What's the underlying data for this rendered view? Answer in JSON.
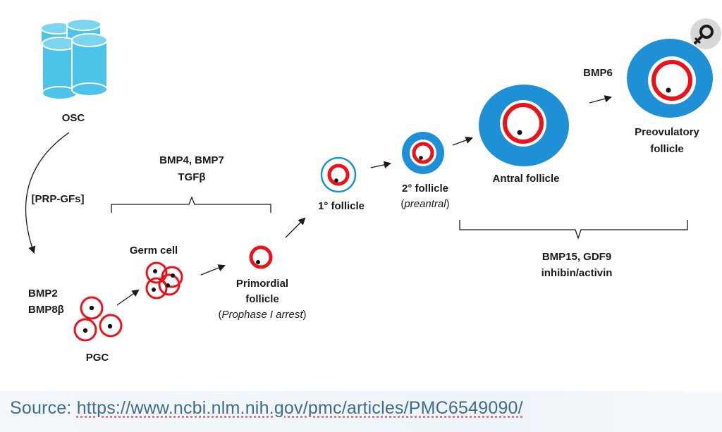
{
  "colors": {
    "cell_red": "#e8131b",
    "follicle_blue": "#1f8fd6",
    "osc_blue": "#4cc3e8",
    "text": "#1a1a1a",
    "source_text": "#3f6b8c"
  },
  "labels": {
    "osc": "OSC",
    "prp": "[PRP-GFs]",
    "bmp2": "BMP2",
    "bmp8": "BMP8β",
    "pgc": "PGC",
    "germ_cell": "Germ cell",
    "bmp47": "BMP4, BMP7",
    "tgf": "TGFβ",
    "primordial_1": "Primordial",
    "primordial_2": "follicle",
    "prophase": "Prophase I arrest",
    "primary": "1° follicle",
    "secondary": "2° follicle",
    "preantral": "preantral",
    "antral": "Antral follicle",
    "bmp6": "BMP6",
    "preov_1": "Preovulatory",
    "preov_2": "follicle",
    "bmp15": "BMP15, GDF9",
    "inhibin": "inhibin/activin"
  },
  "icons": {
    "osc": "cylinder-stack-icon",
    "female": "female-symbol-icon"
  },
  "source": {
    "prefix": "Source: ",
    "url": "https://www.ncbi.nlm.nih.gov/pmc/articles/PMC6549090/"
  }
}
